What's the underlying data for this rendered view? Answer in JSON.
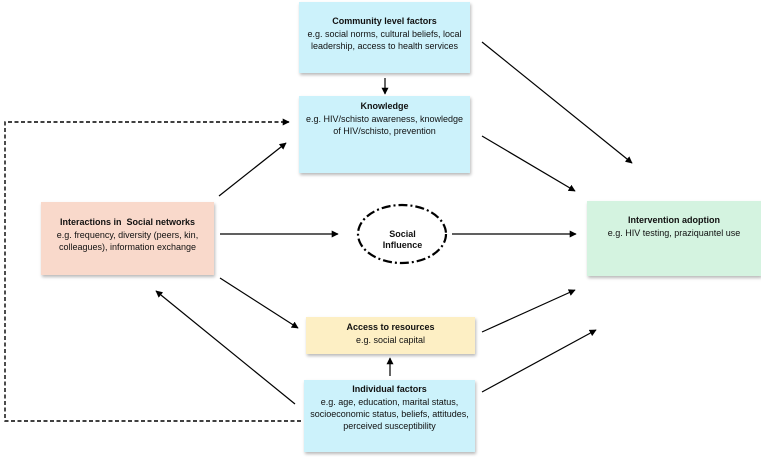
{
  "nodes": {
    "community": {
      "title": "Community level factors",
      "body": "e.g. social norms, cultural beliefs, local leadership, access to health services",
      "color": "#ccf2fb"
    },
    "knowledge": {
      "title": "Knowledge",
      "body": "e.g. HIV/schisto awareness, knowledge of HIV/schisto, prevention",
      "color": "#ccf2fb"
    },
    "social_networks": {
      "title": "Interactions in  Social networks",
      "body": "e.g. frequency, diversity (peers, kin, colleagues), information exchange",
      "color": "#f9d9cb"
    },
    "social_influence": {
      "label_line1": "Social",
      "label_line2": "Influence"
    },
    "intervention": {
      "title": "Intervention adoption",
      "body": "e.g. HIV testing, praziquantel use",
      "color": "#d4f3e0"
    },
    "resources": {
      "title": "Access to resources",
      "body": "e.g. social capital",
      "color": "#fdefc4"
    },
    "individual": {
      "title": "Individual factors",
      "body": "e.g. age, education, marital status, socioeconomic status, beliefs, attitudes, perceived susceptibility",
      "color": "#ccf2fb"
    }
  },
  "edges": [
    {
      "from": "community",
      "to": "knowledge",
      "style": "solid"
    },
    {
      "from": "community",
      "to": "intervention",
      "style": "solid"
    },
    {
      "from": "knowledge",
      "to": "intervention",
      "style": "solid"
    },
    {
      "from": "social_networks",
      "to": "knowledge",
      "style": "solid"
    },
    {
      "from": "social_networks",
      "to": "social_influence",
      "style": "solid"
    },
    {
      "from": "social_influence",
      "to": "intervention",
      "style": "solid"
    },
    {
      "from": "social_networks",
      "to": "resources",
      "style": "solid"
    },
    {
      "from": "resources",
      "to": "intervention",
      "style": "solid"
    },
    {
      "from": "individual",
      "to": "resources",
      "style": "solid"
    },
    {
      "from": "individual",
      "to": "social_networks",
      "style": "solid"
    },
    {
      "from": "individual",
      "to": "intervention",
      "style": "solid"
    },
    {
      "from": "individual",
      "to": "knowledge",
      "style": "dashed"
    }
  ]
}
